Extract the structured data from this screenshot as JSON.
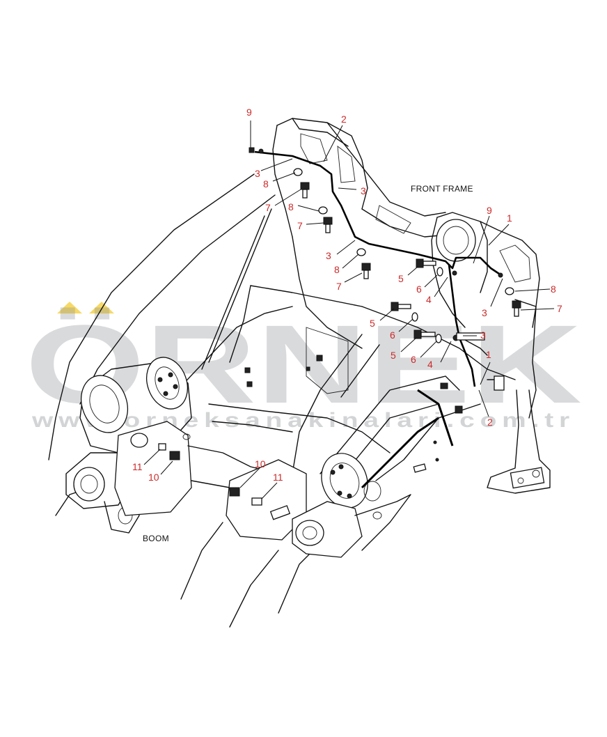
{
  "labels": {
    "front_frame": "FRONT FRAME",
    "boom": "BOOM"
  },
  "watermark": {
    "brand": "ÖRNEK",
    "url": "www.orneksanakinalari.com.tr",
    "color": "#8a8f94",
    "accent": "#f0c000"
  },
  "callout_color": "#cc2a2a",
  "callouts": [
    {
      "id": "c9a",
      "text": "9"
    },
    {
      "id": "c2a",
      "text": "2"
    },
    {
      "id": "c3a",
      "text": "3"
    },
    {
      "id": "c8a",
      "text": "8"
    },
    {
      "id": "c3b",
      "text": "3"
    },
    {
      "id": "c7a",
      "text": "7"
    },
    {
      "id": "c8b",
      "text": "8"
    },
    {
      "id": "c7b",
      "text": "7"
    },
    {
      "id": "c3c",
      "text": "3"
    },
    {
      "id": "c8c",
      "text": "8"
    },
    {
      "id": "c7c",
      "text": "7"
    },
    {
      "id": "c5a",
      "text": "5"
    },
    {
      "id": "c6a",
      "text": "6"
    },
    {
      "id": "c4a",
      "text": "4"
    },
    {
      "id": "c9b",
      "text": "9"
    },
    {
      "id": "c1a",
      "text": "1"
    },
    {
      "id": "c8d",
      "text": "8"
    },
    {
      "id": "c3d",
      "text": "3"
    },
    {
      "id": "c7d",
      "text": "7"
    },
    {
      "id": "c5b",
      "text": "5"
    },
    {
      "id": "c6b",
      "text": "6"
    },
    {
      "id": "c3e",
      "text": "3"
    },
    {
      "id": "c5c",
      "text": "5"
    },
    {
      "id": "c6c",
      "text": "6"
    },
    {
      "id": "c4b",
      "text": "4"
    },
    {
      "id": "c1b",
      "text": "1"
    },
    {
      "id": "c2b",
      "text": "2"
    },
    {
      "id": "c11a",
      "text": "11"
    },
    {
      "id": "c10a",
      "text": "10"
    },
    {
      "id": "c10b",
      "text": "10"
    },
    {
      "id": "c11b",
      "text": "11"
    }
  ]
}
